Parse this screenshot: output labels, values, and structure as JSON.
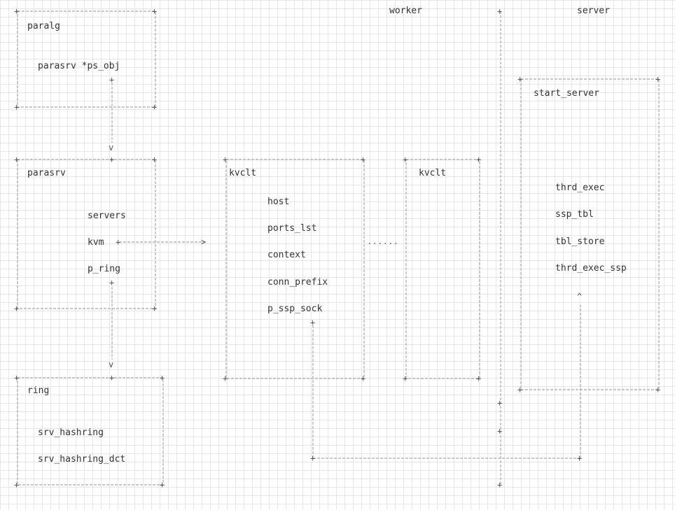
{
  "regions": {
    "worker": "worker",
    "server": "server"
  },
  "boxes": {
    "paralg": {
      "title": "paralg",
      "field": "parasrv *ps_obj"
    },
    "parasrv": {
      "title": "parasrv",
      "fields": [
        "servers",
        "kvm",
        "p_ring"
      ]
    },
    "ring": {
      "title": "ring",
      "fields": [
        "srv_hashring",
        "srv_hashring_dct"
      ]
    },
    "kvclt_main": {
      "title": "kvclt",
      "fields": [
        "host",
        "ports_lst",
        "context",
        "conn_prefix",
        "p_ssp_sock"
      ]
    },
    "kvclt_other": {
      "title": "kvclt"
    },
    "start_server": {
      "title": "start_server",
      "fields": [
        "thrd_exec",
        "ssp_tbl",
        "tbl_store",
        "thrd_exec_ssp"
      ]
    }
  },
  "connectors": {
    "ellipsis": "....."
  },
  "colors": {
    "grid": "#e6e6e6",
    "line": "#b5b5b5",
    "text": "#333333"
  }
}
